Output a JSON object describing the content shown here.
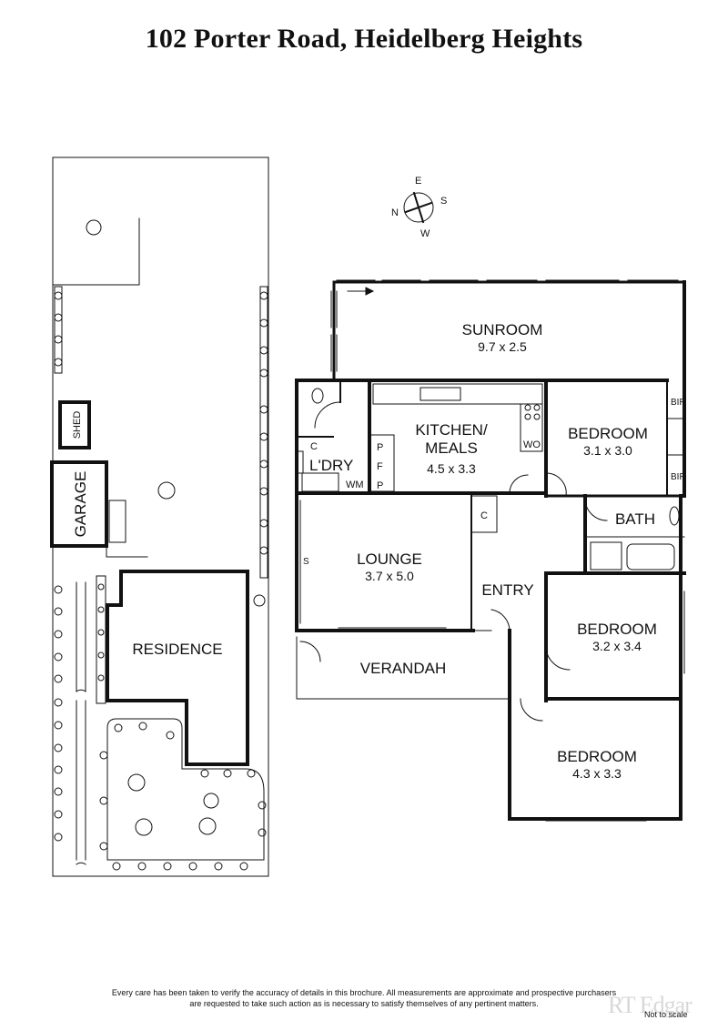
{
  "title": "102 Porter Road, Heidelberg Heights",
  "compass": {
    "n": "N",
    "e": "E",
    "s": "S",
    "w": "W"
  },
  "site": {
    "shed": "SHED",
    "garage": "GARAGE",
    "residence": "RESIDENCE"
  },
  "rooms": {
    "sunroom": {
      "name": "SUNROOM",
      "size": "9.7 x 2.5"
    },
    "kitchen": {
      "name_line1": "KITCHEN/",
      "name_line2": "MEALS",
      "size": "4.5 x 3.3"
    },
    "bedroom1": {
      "name": "BEDROOM",
      "size": "3.1 x 3.0"
    },
    "lounge": {
      "name": "LOUNGE",
      "size": "3.7 x 5.0"
    },
    "bedroom2": {
      "name": "BEDROOM",
      "size": "3.2 x 3.4"
    },
    "bedroom3": {
      "name": "BEDROOM",
      "size": "4.3 x 3.3"
    },
    "laundry": {
      "name": "L'DRY"
    },
    "bath": {
      "name": "BATH"
    },
    "entry": {
      "name": "ENTRY"
    },
    "verandah": {
      "name": "VERANDAH"
    }
  },
  "fixtures": {
    "bir_1": "BIR",
    "bir_2": "BIR",
    "wo": "WO",
    "wm": "WM",
    "c_laundry": "C",
    "c_hall": "C",
    "p_1": "P",
    "f": "F",
    "p_2": "P",
    "s": "S"
  },
  "footer": {
    "disclaimer_line1": "Every care has been taken to verify the accuracy of details in this brochure.  All measurements are approximate and prospective purchasers",
    "disclaimer_line2": "are requested to take such action as is necessary to satisfy themselves of any pertinent matters.",
    "not_to_scale": "Not to scale",
    "brand": "RT Edgar"
  }
}
